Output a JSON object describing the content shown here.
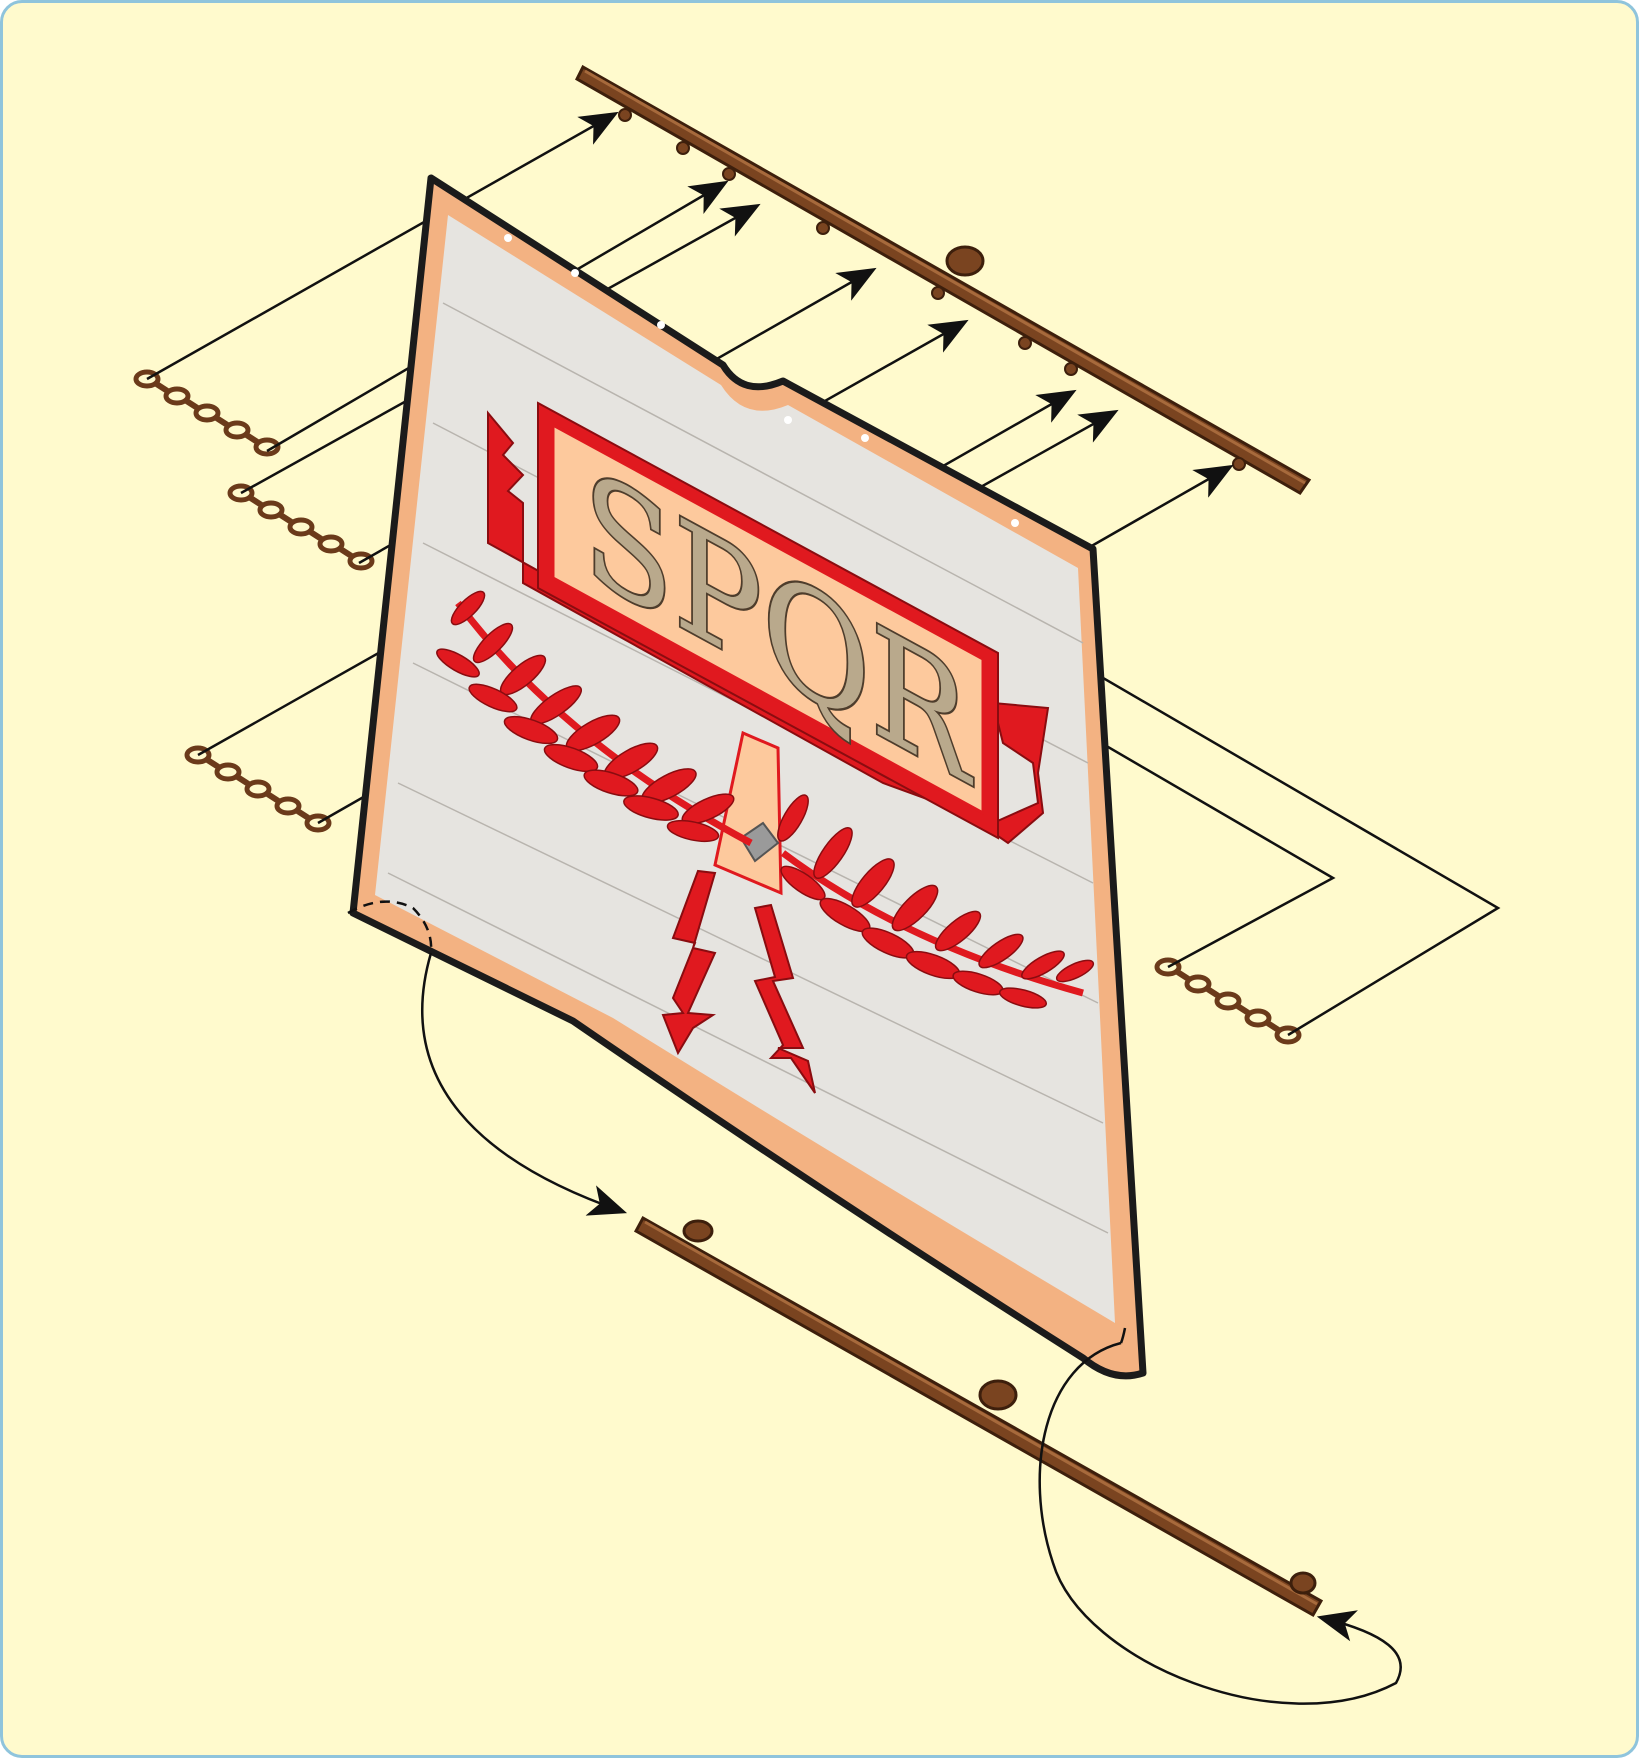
{
  "diagram": {
    "banner_text": "SPQR",
    "colors": {
      "background": "#fffacd",
      "frame_border": "#8fc4dc",
      "cloth": "#e6e4e0",
      "cloth_border": "#f3b282",
      "outline": "#1b1b1b",
      "emblem": "#e0191f",
      "tablet": "#fdc99d",
      "lettering": "#b9a98c",
      "wood": "#6b3a1a",
      "arrow": "#111111"
    },
    "parts": [
      {
        "name": "top-crossbar",
        "icon": "wooden-rod-icon"
      },
      {
        "name": "bottom-crossbar",
        "icon": "wooden-rod-icon"
      },
      {
        "name": "vexillum-cloth",
        "icon": "banner-icon"
      },
      {
        "name": "hanging-chains",
        "icon": "chain-icon",
        "count": 4
      },
      {
        "name": "laurel-wreath",
        "icon": "laurel-icon"
      },
      {
        "name": "lightning-bolts",
        "icon": "lightning-icon",
        "count": 2
      }
    ]
  }
}
